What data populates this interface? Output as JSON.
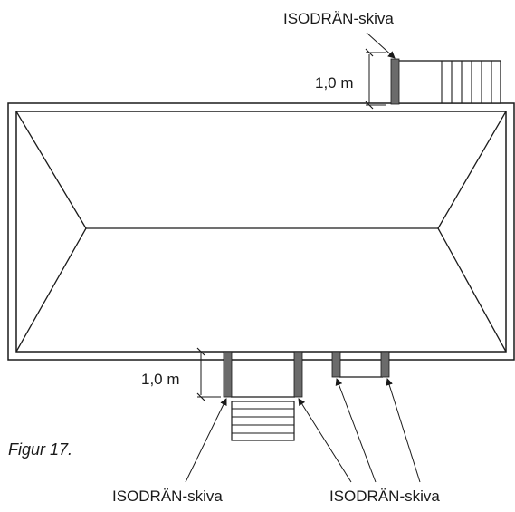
{
  "labels": {
    "isodran_top": "ISODRÄN-skiva",
    "isodran_bottom_left": "ISODRÄN-skiva",
    "isodran_bottom_right": "ISODRÄN-skiva",
    "dim_top": "1,0 m",
    "dim_bottom": "1,0 m",
    "figure_caption": "Figur 17."
  },
  "colors": {
    "line": "#1a1a1a",
    "board_fill": "#6b6b6b",
    "background": "#ffffff"
  }
}
